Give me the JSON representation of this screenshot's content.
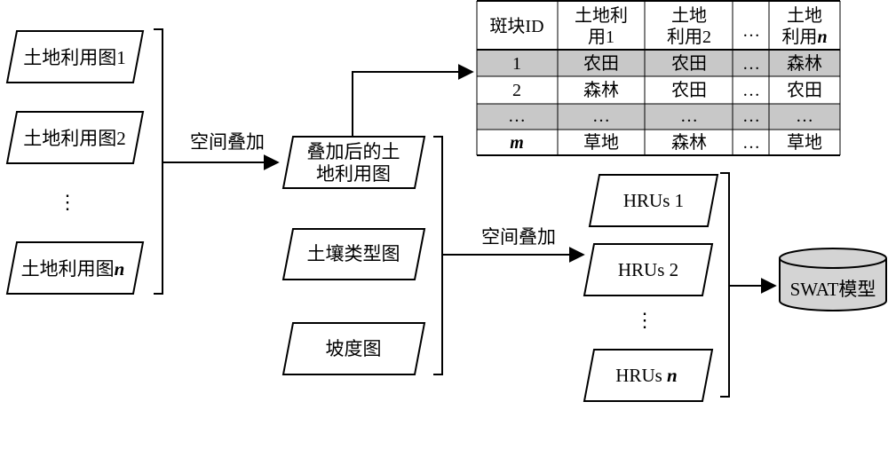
{
  "left_inputs": {
    "map1": "土地利用图1",
    "map2": "土地利用图2",
    "ellipsis": "⋮",
    "mapN_prefix": "土地利用图",
    "mapN_suffix": "n"
  },
  "overlay_label_1": "空间叠加",
  "overlaid_map": {
    "line1": "叠加后的土",
    "line2": "地利用图"
  },
  "other_inputs": {
    "soil": "土壤类型图",
    "slope": "坡度图"
  },
  "overlay_label_2": "空间叠加",
  "hrus": {
    "hru1": "HRUs 1",
    "hru2": "HRUs 2",
    "ellipsis": "⋮",
    "hruN_prefix": "HRUs ",
    "hruN_suffix": "n"
  },
  "model": "SWAT模型",
  "table": {
    "header": {
      "id": "斑块ID",
      "c1_line1": "土地利",
      "c1_line2": "用1",
      "c2_line1": "土地",
      "c2_line2": "利用2",
      "dots": "…",
      "cn_line1": "土地",
      "cn_line2_prefix": "利用",
      "cn_line2_suffix": "n"
    },
    "rows": [
      {
        "id": "1",
        "c1": "农田",
        "c2": "农田",
        "dots": "…",
        "cn": "森林",
        "shaded": true
      },
      {
        "id": "2",
        "c1": "森林",
        "c2": "农田",
        "dots": "…",
        "cn": "农田",
        "shaded": false
      },
      {
        "id": "…",
        "c1": "…",
        "c2": "…",
        "dots": "…",
        "cn": "…",
        "shaded": true
      },
      {
        "id": "m",
        "c1": "草地",
        "c2": "森林",
        "dots": "…",
        "cn": "草地",
        "shaded": false
      }
    ]
  },
  "colors": {
    "ink": "#000000",
    "row_shade": "#c8c8c8",
    "db_fill": "#d4d4d4"
  }
}
